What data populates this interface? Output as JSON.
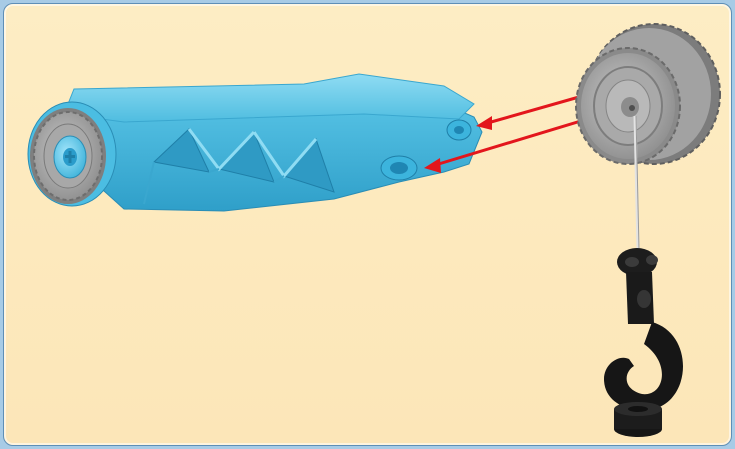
{
  "illustration": {
    "kind": "assembly-instruction-step",
    "parts": [
      {
        "name": "arm-beam",
        "color": "#57c2e3"
      },
      {
        "name": "gear-wheel",
        "color": "#9a9a9a"
      },
      {
        "name": "string",
        "color": "#d8d8d8"
      },
      {
        "name": "hook",
        "color": "#1b1b1b"
      }
    ],
    "arrows": {
      "count": 2,
      "color": "#e3161c"
    },
    "background": {
      "fill": "#fdebc1",
      "frame": "#a7cbe6",
      "border": "#5e8fb7"
    }
  }
}
